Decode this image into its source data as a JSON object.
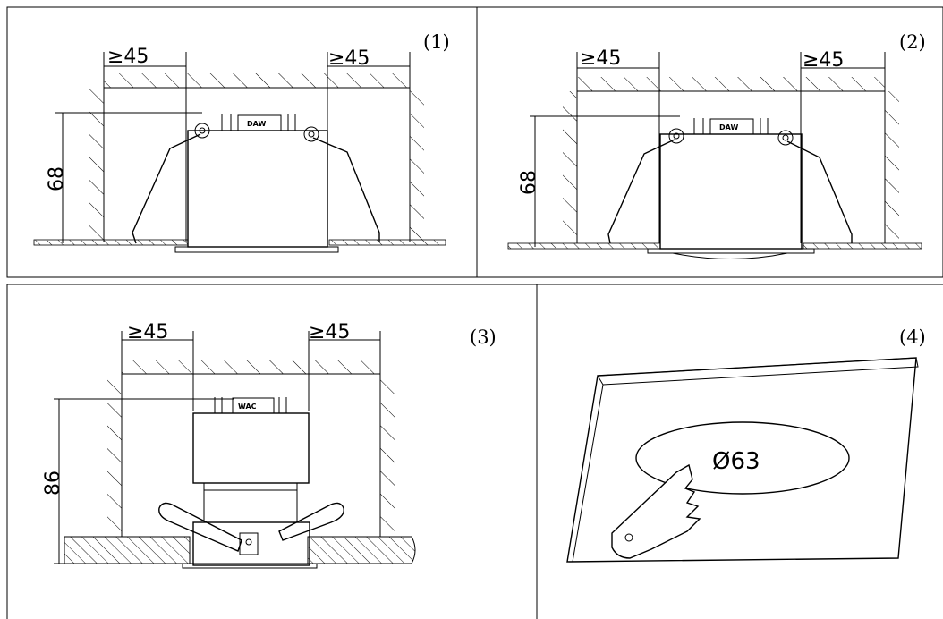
{
  "panels": [
    {
      "id": 1,
      "title": "(1)",
      "left_clearance": "≥45",
      "right_clearance": "≥45",
      "height": "68",
      "brand": "DAW"
    },
    {
      "id": 2,
      "title": "(2)",
      "left_clearance": "≥45",
      "right_clearance": "≥45",
      "height": "68",
      "brand": "DAW"
    },
    {
      "id": 3,
      "title": "(3)",
      "left_clearance": "≥45",
      "right_clearance": "≥45",
      "height": "86",
      "brand": "WAC"
    },
    {
      "id": 4,
      "title": "(4)",
      "cutout_diameter": "Ø63"
    }
  ],
  "icons": [
    "saw-icon",
    "ceiling-hatch-pattern"
  ]
}
